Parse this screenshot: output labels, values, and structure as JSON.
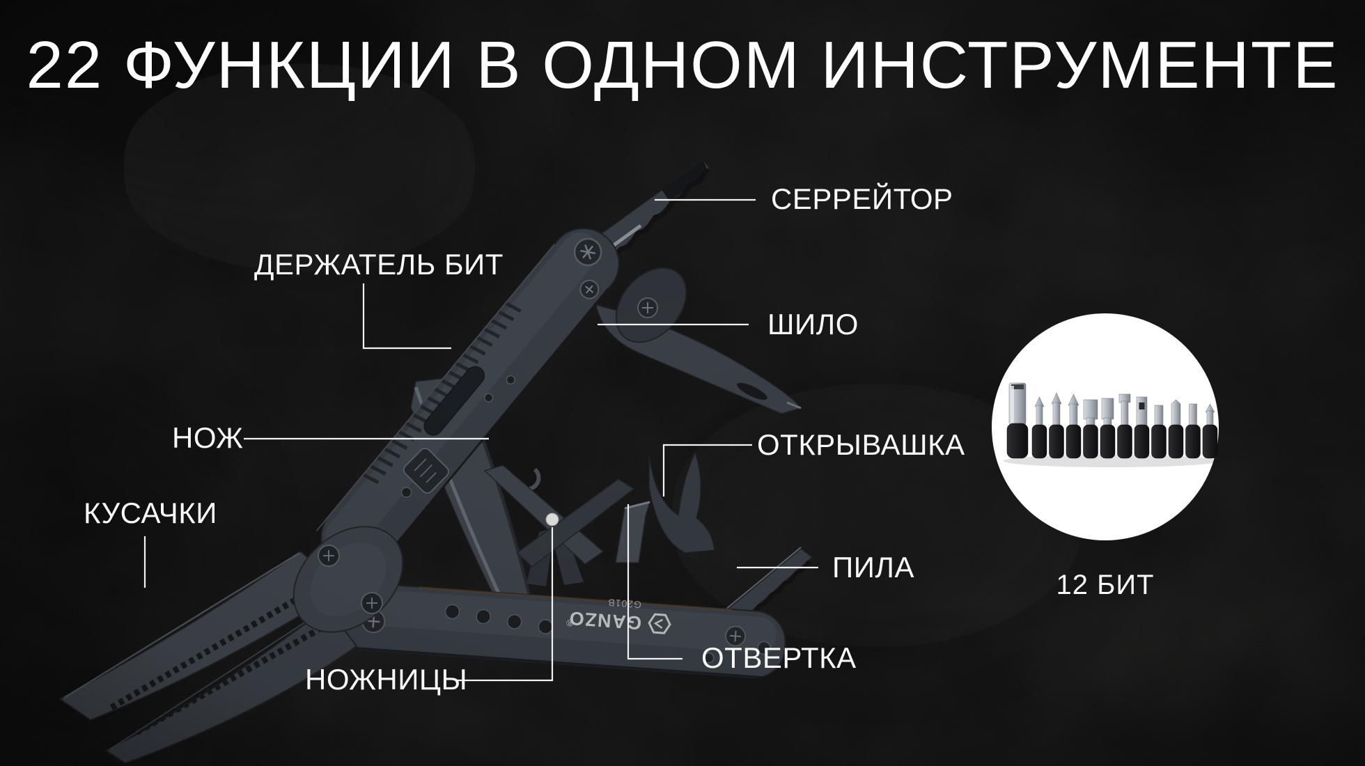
{
  "title": "22 ФУНКЦИИ В ОДНОМ ИНСТРУМЕНТЕ",
  "annotations": {
    "serrator": {
      "label": "СЕРРЕЙТОР"
    },
    "bit_holder": {
      "label": "ДЕРЖАТЕЛЬ БИТ"
    },
    "awl": {
      "label": "ШИЛО"
    },
    "knife": {
      "label": "НОЖ"
    },
    "opener": {
      "label": "ОТКРЫВАШКА"
    },
    "cutters": {
      "label": "КУСАЧКИ"
    },
    "saw": {
      "label": "ПИЛА"
    },
    "screwdriver": {
      "label": "ОТВЕРТКА"
    },
    "scissors": {
      "label": "НОЖНИЦЫ"
    }
  },
  "bits": {
    "caption": "12 БИТ",
    "count": 12,
    "types": [
      "socket-adapter",
      "phillips",
      "phillips",
      "phillips",
      "flat-wide",
      "flat",
      "flat",
      "square",
      "hex",
      "hex",
      "hex",
      "phillips-small"
    ]
  },
  "markings": {
    "brand": "GANZO",
    "registered": "®",
    "model": "G201B"
  },
  "colors": {
    "background": "#151515",
    "text": "#ffffff",
    "connector_line": "#f3f3f3",
    "tool_dark": "#26292d",
    "tool_mid": "#3a3f46",
    "tool_light": "#555c63",
    "badge_circle": "#ffffff"
  }
}
